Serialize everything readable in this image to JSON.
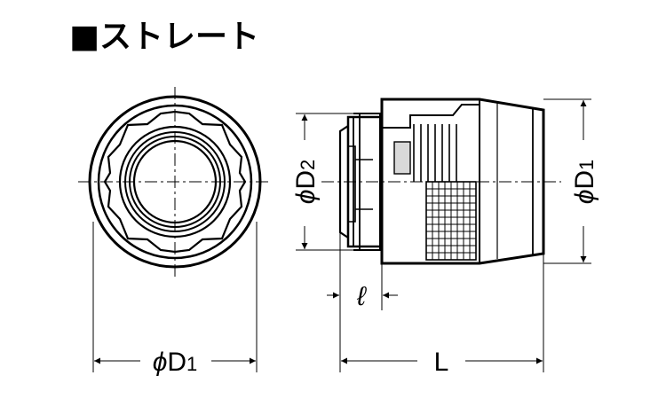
{
  "title": "■ストレート",
  "dimensions": {
    "diameter_symbol": "ϕ",
    "d1_letter": "D",
    "d1_index": "1",
    "d2_letter": "D",
    "d2_index": "2",
    "small_l": "ℓ",
    "length": "L"
  },
  "colors": {
    "line": "#000000",
    "body": "#ffffff",
    "shade": "#d9d9d9"
  }
}
